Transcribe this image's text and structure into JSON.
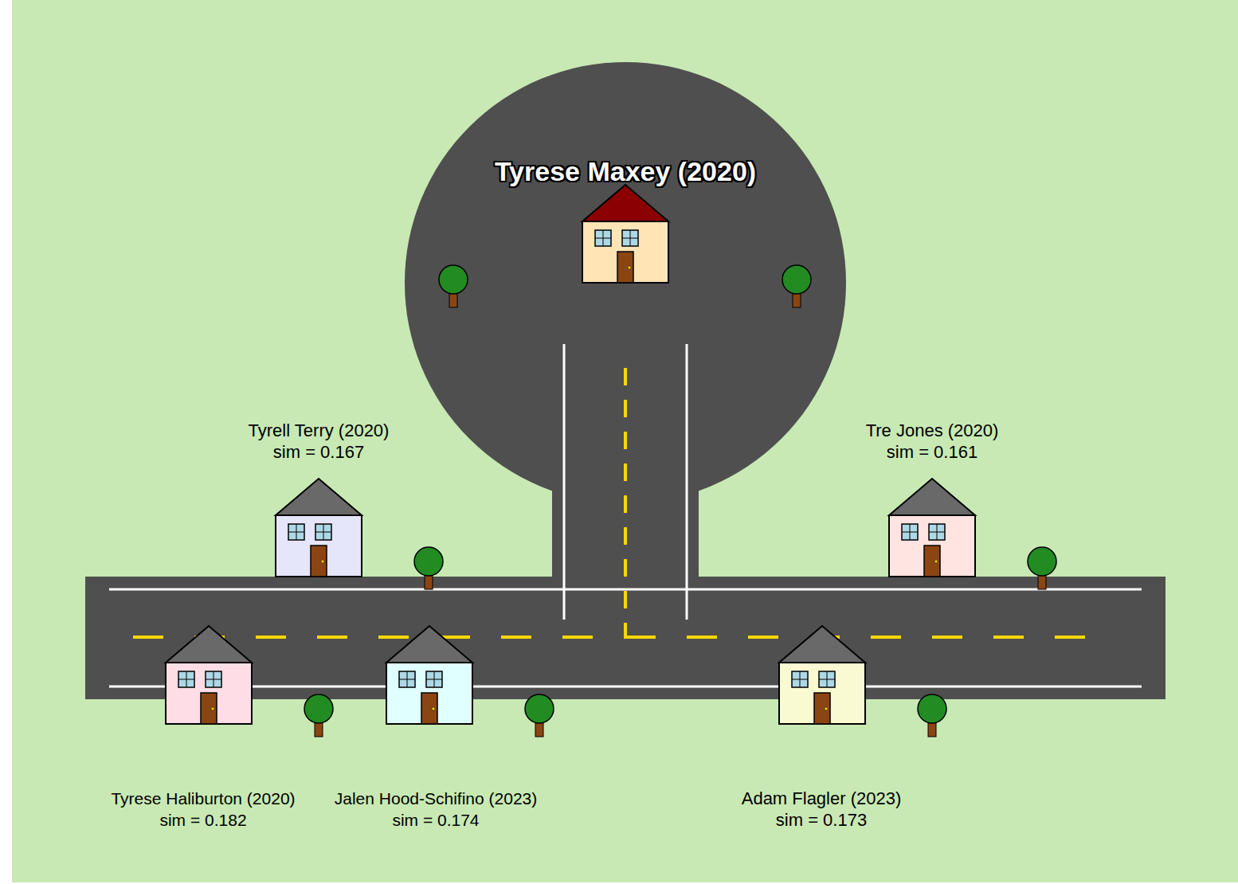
{
  "diagram": {
    "nodes": [
      {
        "text": [
          "Tyrese Maxey (2020)"
        ]
      },
      {
        "text": [
          "Tyrell Terry (2020)",
          "sim = 0.167"
        ]
      },
      {
        "text": [
          "Tre Jones (2020)",
          "sim = 0.161"
        ]
      },
      {
        "text": [
          "Tyrese Haliburton (2020)",
          "sim = 0.182"
        ]
      },
      {
        "text": [
          "Jalen Hood-Schifino (2023)",
          "sim = 0.174"
        ]
      },
      {
        "text": [
          "Adam Flagler (2023)",
          "sim = 0.173"
        ]
      }
    ]
  }
}
